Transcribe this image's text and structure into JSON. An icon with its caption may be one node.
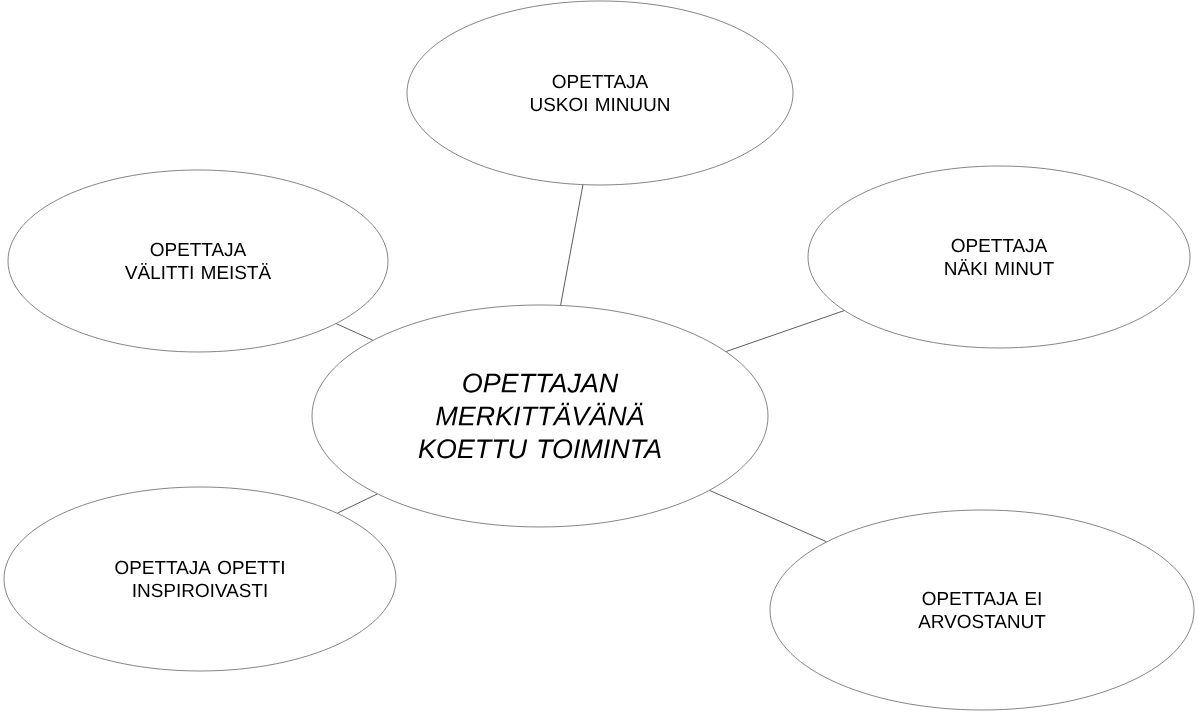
{
  "diagram": {
    "nodes": [
      {
        "text": [
          "OPETTAJA USKOI MINUUN"
        ]
      },
      {
        "text": [
          "OPETTAJA VÄLITTI MEISTÄ"
        ]
      },
      {
        "text": [
          "OPETTAJA NÄKI MINUT"
        ]
      },
      {
        "text": [
          "OPETTAJAN MERKITTÄVÄNÄ KOETTU TOIMINTA"
        ]
      },
      {
        "text": [
          "OPETTAJA OPETTI INSPIROIVASTI"
        ]
      },
      {
        "text": [
          "OPETTAJA EI ARVOSTANUT"
        ]
      }
    ],
    "edges": [
      {
        "from": 3,
        "to": 0,
        "arrow": "none"
      },
      {
        "from": 3,
        "to": 1,
        "arrow": "none"
      },
      {
        "from": 3,
        "to": 2,
        "arrow": "none"
      },
      {
        "from": 3,
        "to": 4,
        "arrow": "none"
      },
      {
        "from": 3,
        "to": 5,
        "arrow": "none"
      }
    ]
  }
}
